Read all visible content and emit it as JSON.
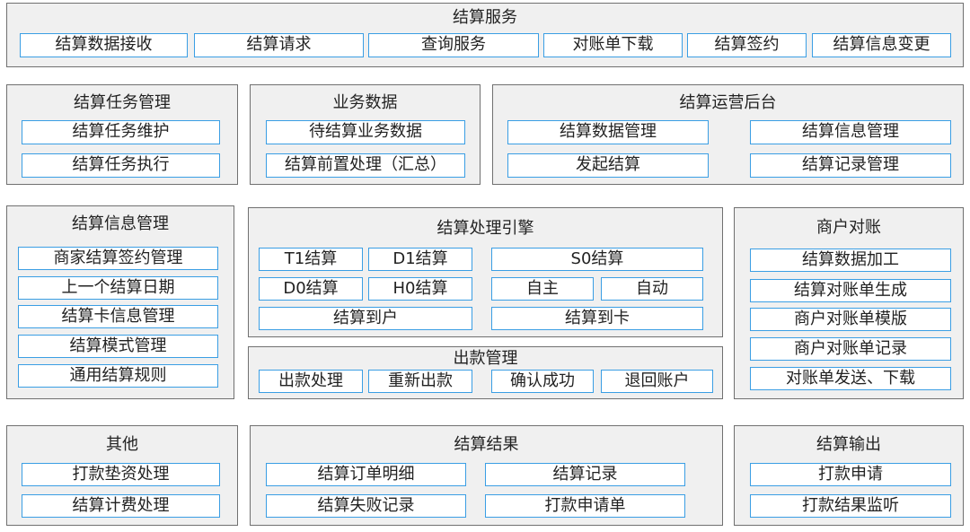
{
  "settlement_service": {
    "title": "结算服务",
    "items": [
      "结算数据接收",
      "结算请求",
      "查询服务",
      "对账单下载",
      "结算签约",
      "结算信息变更"
    ]
  },
  "task_mgmt": {
    "title": "结算任务管理",
    "items": [
      "结算任务维护",
      "结算任务执行"
    ]
  },
  "business_data": {
    "title": "业务数据",
    "items": [
      "待结算业务数据",
      "结算前置处理（汇总）"
    ]
  },
  "ops_backend": {
    "title": "结算运营后台",
    "items": [
      "结算数据管理",
      "结算信息管理",
      "发起结算",
      "结算记录管理"
    ]
  },
  "info_mgmt": {
    "title": "结算信息管理",
    "items": [
      "商家结算签约管理",
      "上一个结算日期",
      "结算卡信息管理",
      "结算模式管理",
      "通用结算规则"
    ]
  },
  "engine": {
    "title": "结算处理引擎",
    "items": [
      "T1结算",
      "D1结算",
      "S0结算",
      "D0结算",
      "H0结算",
      "自主",
      "自动",
      "结算到户",
      "结算到卡"
    ]
  },
  "merchant_recon": {
    "title": "商户对账",
    "items": [
      "结算数据加工",
      "结算对账单生成",
      "商户对账单模版",
      "商户对账单记录",
      "对账单发送、下载"
    ]
  },
  "payout_mgmt": {
    "title": "出款管理",
    "items": [
      "出款处理",
      "重新出款",
      "确认成功",
      "退回账户"
    ]
  },
  "other": {
    "title": "其他",
    "items": [
      "打款垫资处理",
      "结算计费处理"
    ]
  },
  "results": {
    "title": "结算结果",
    "items": [
      "结算订单明细",
      "结算记录",
      "结算失败记录",
      "打款申请单"
    ]
  },
  "output": {
    "title": "结算输出",
    "items": [
      "打款申请",
      "打款结果监听"
    ]
  },
  "colors": {
    "panel_bg": "#f0f0f0",
    "panel_border": "#707070",
    "item_border": "#3a9ee4"
  }
}
